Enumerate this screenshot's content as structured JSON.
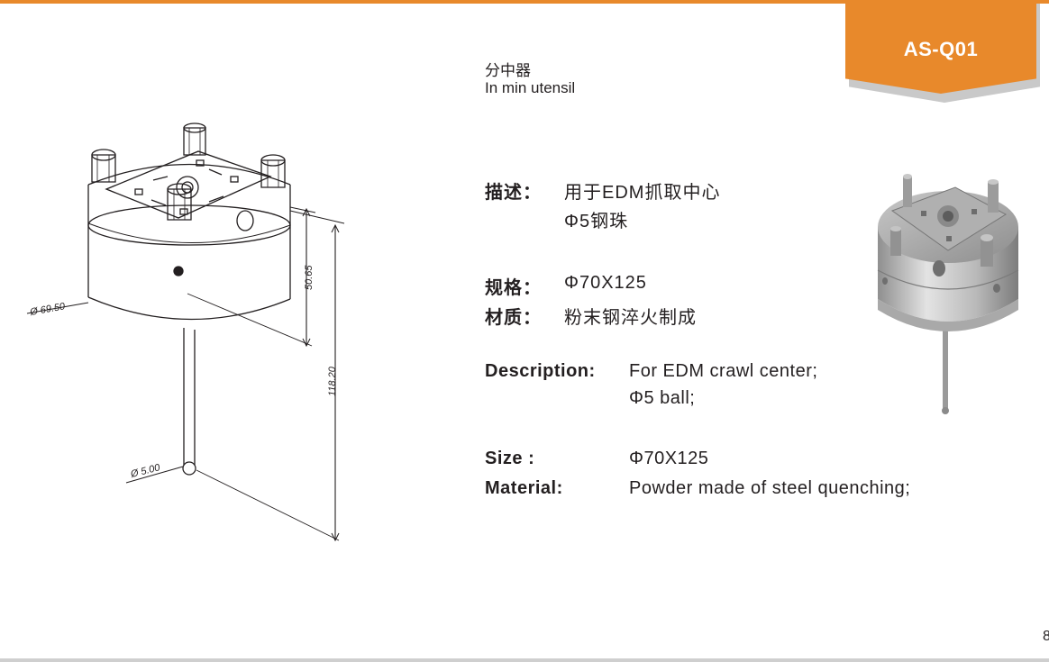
{
  "header": {
    "product_code": "AS-Q01",
    "title_cn": "分中器",
    "title_en": "In min utensil"
  },
  "spec_cn": {
    "desc_label": "描述：",
    "desc_line1": "用于EDM抓取中心",
    "desc_line2": "Φ5钢珠",
    "size_label": "规格：",
    "size_value": "Φ70X125",
    "material_label": "材质：",
    "material_value": "粉末钢淬火制成"
  },
  "spec_en": {
    "desc_label": "Description:",
    "desc_line1": "For EDM crawl center;",
    "desc_line2": "Φ5 ball;",
    "size_label": "Size :",
    "size_value": "Φ70X125",
    "material_label": "Material:",
    "material_value": "Powder made of steel quenching;"
  },
  "drawing": {
    "dim_diameter": "Ø 69.50",
    "dim_height_body": "50.65",
    "dim_height_total": "118.20",
    "dim_ball": "Ø 5.00"
  },
  "page_number": "8",
  "colors": {
    "accent": "#e8892b",
    "text": "#231f20",
    "rule_bottom": "#cfcfcf"
  }
}
